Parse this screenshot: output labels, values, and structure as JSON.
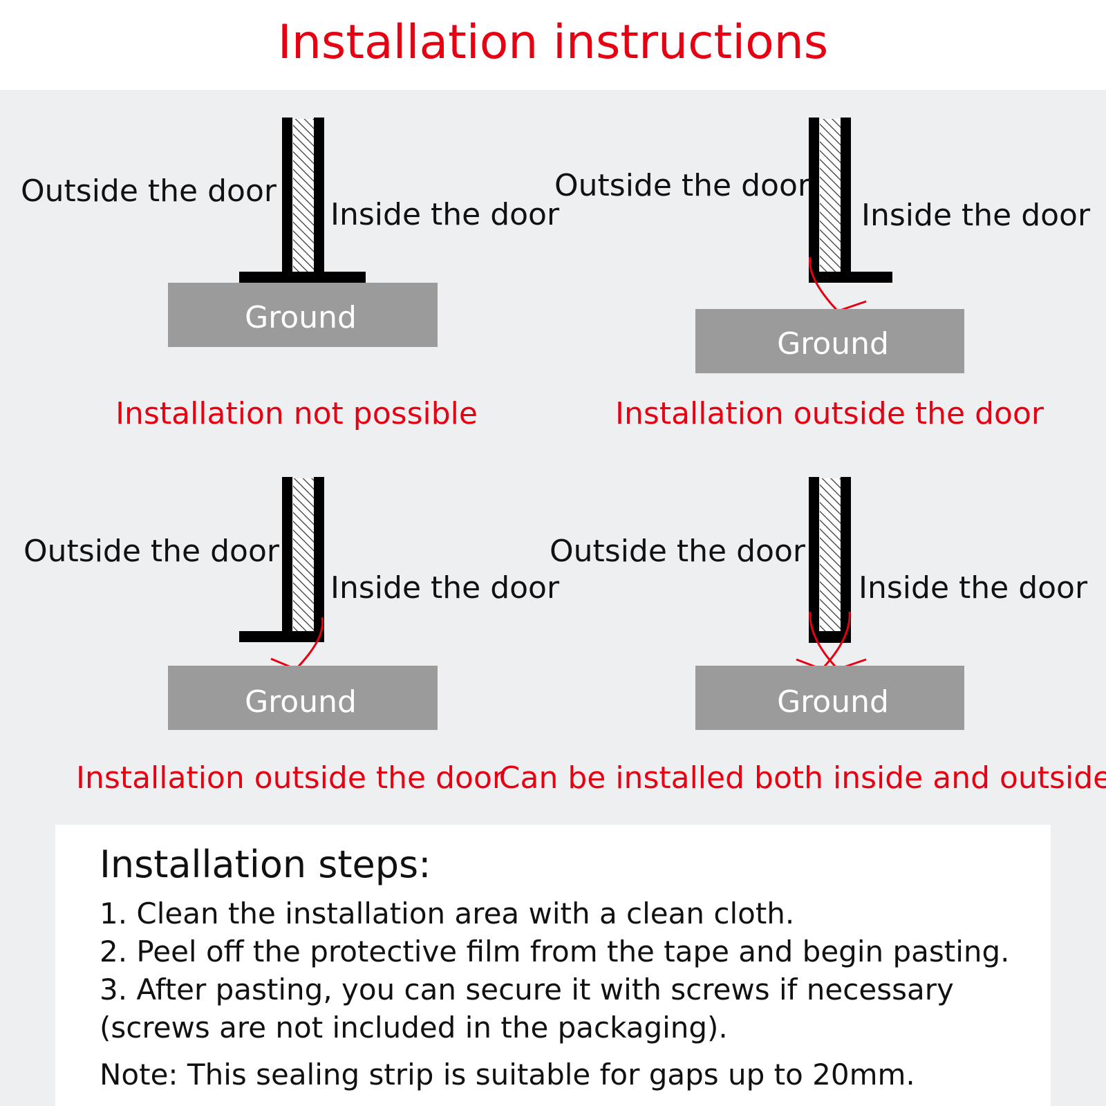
{
  "title": "Installation instructions",
  "labels": {
    "outside": "Outside the door",
    "inside": "Inside the door",
    "ground": "Ground"
  },
  "diagrams": [
    {
      "caption": "Installation not possible"
    },
    {
      "caption": "Installation outside the door"
    },
    {
      "caption": "Installation outside the door"
    },
    {
      "caption": "Can be installed both inside and outside"
    }
  ],
  "steps": {
    "title": "Installation steps:",
    "items": [
      "1. Clean the installation area with a clean cloth.",
      "2. Peel off the protective film from the tape and begin pasting.",
      "3. After pasting, you can secure it with screws if necessary",
      "(screws are not included in the packaging)."
    ],
    "note": "Note: This sealing strip is suitable for gaps up to 20mm."
  },
  "colors": {
    "accent_red": "#e60012",
    "ground_gray": "#9b9b9b",
    "panel_bg": "#eeeff1"
  }
}
